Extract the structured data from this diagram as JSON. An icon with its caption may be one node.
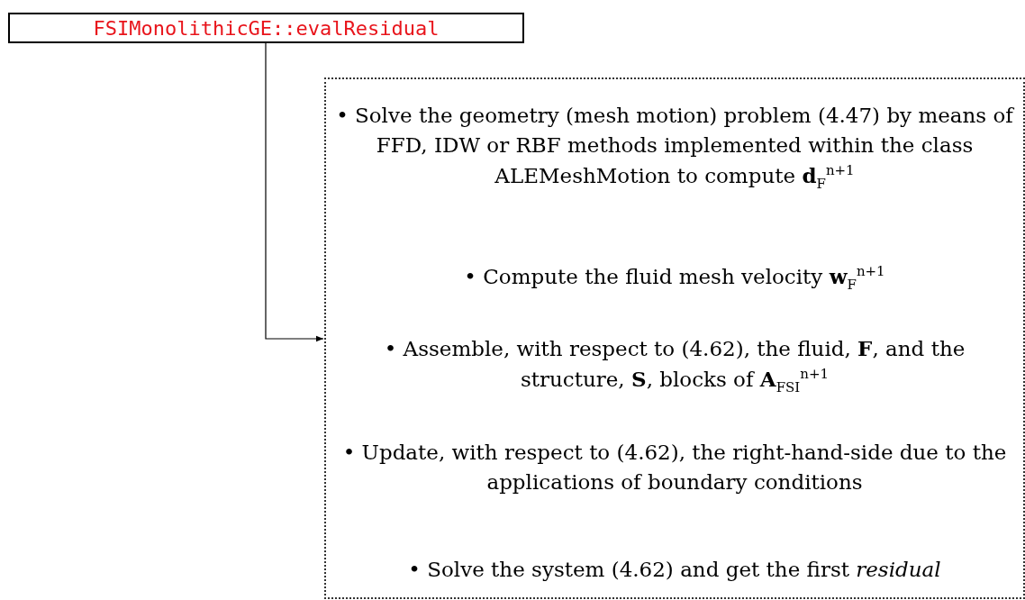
{
  "diagram": {
    "nodes": [
      {
        "text": [
          "FSIMonolithicGE::evalResidual"
        ]
      },
      {
        "text": [
          "• Solve the geometry (mesh motion) problem (4.47) by means of FFD, IDW or RBF methods implemented within the class ALEMeshMotion to compute **d**$_{F}$$^{n+1}$",
          "• Compute the fluid mesh velocity **w**$_{F}$$^{n+1}$",
          "• Assemble, with respect to (4.62), the fluid, **F**, and the structure, **S**, blocks of **A**$_{FSI}$$^{n+1}$",
          "• Update, with respect to (4.62), the right-hand-side due to the applications of boundary conditions",
          "• Solve the system (4.62) and get the first *residual*"
        ]
      }
    ],
    "edges": [
      {
        "from": 0,
        "to": 1,
        "arrow": "to"
      }
    ]
  }
}
